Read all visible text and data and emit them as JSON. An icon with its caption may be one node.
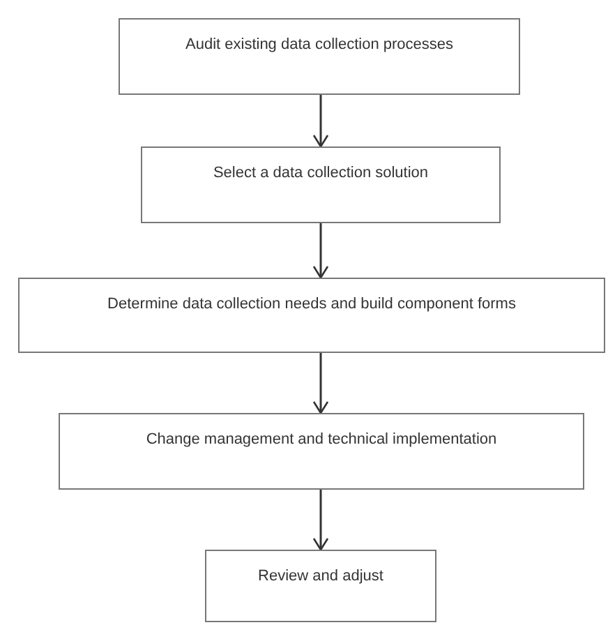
{
  "diagram": {
    "nodes": [
      {
        "text": [
          "Audit existing data collection processes"
        ]
      },
      {
        "text": [
          "Select a data collection solution"
        ]
      },
      {
        "text": [
          "Determine data collection needs and build component forms"
        ]
      },
      {
        "text": [
          "Change management and technical implementation"
        ]
      },
      {
        "text": [
          "Review and adjust"
        ]
      }
    ],
    "edges": [
      {
        "from": 0,
        "to": 1,
        "arrow": "to"
      },
      {
        "from": 1,
        "to": 2,
        "arrow": "to"
      },
      {
        "from": 2,
        "to": 3,
        "arrow": "to"
      },
      {
        "from": 3,
        "to": 4,
        "arrow": "to"
      }
    ]
  }
}
